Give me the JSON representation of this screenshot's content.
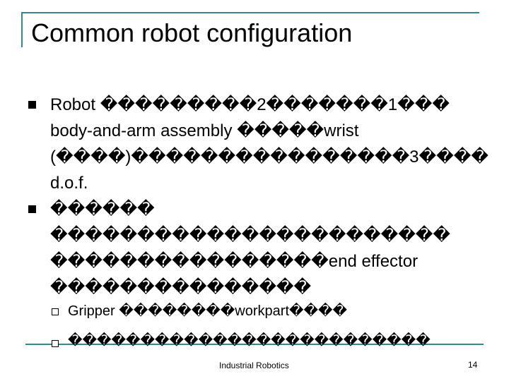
{
  "slide": {
    "title": "Common robot configuration"
  },
  "bullets": [
    {
      "lines": [
        "Robot ���������2�������1���",
        "body-and-arm assembly �����wrist",
        "(����)����������������3����",
        "d.o.f."
      ]
    },
    {
      "lines": [
        "������",
        "�����������������������",
        "����������������end effector",
        "���������������"
      ]
    }
  ],
  "sub_bullets": [
    "Gripper ��������workpart����",
    "�������������������������"
  ],
  "footer": {
    "text": "Industrial Robotics",
    "page_number": "14"
  },
  "colors": {
    "accent_rule": "#2e8b8b",
    "text": "#000000",
    "background": "#ffffff"
  }
}
